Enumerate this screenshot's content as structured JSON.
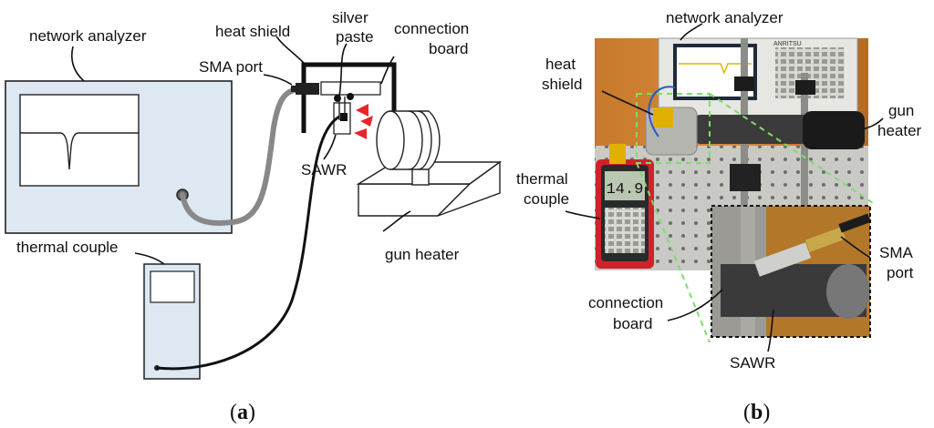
{
  "panel_a": {
    "labels": {
      "network_analyzer": "network analyzer",
      "heat_shield": "heat shield",
      "silver": "silver",
      "paste": "paste",
      "connection": "connection",
      "board": "board",
      "sma_port": "SMA port",
      "sawr": "SAWR",
      "gun_heater": "gun heater",
      "thermal_couple": "thermal couple"
    },
    "caption_open": "(",
    "caption_letter": "a",
    "caption_close": ")"
  },
  "panel_b": {
    "labels": {
      "network_analyzer": "network analyzer",
      "heat": "heat",
      "shield": "shield",
      "gun": "gun",
      "heater": "heater",
      "thermal": "thermal",
      "couple": "couple",
      "connection": "connection",
      "board": "board",
      "sma": "SMA",
      "port": "port",
      "sawr": "SAWR"
    },
    "meter_reading": "14.9",
    "analyzer_brand": "ANRITSU",
    "caption_open": "(",
    "caption_letter": "b",
    "caption_close": ")"
  },
  "colors": {
    "device_fill": "#dde8f3",
    "cable_gray": "#888888",
    "arrow_red": "#e8262a",
    "highlight_green": "#7ddc6b"
  }
}
